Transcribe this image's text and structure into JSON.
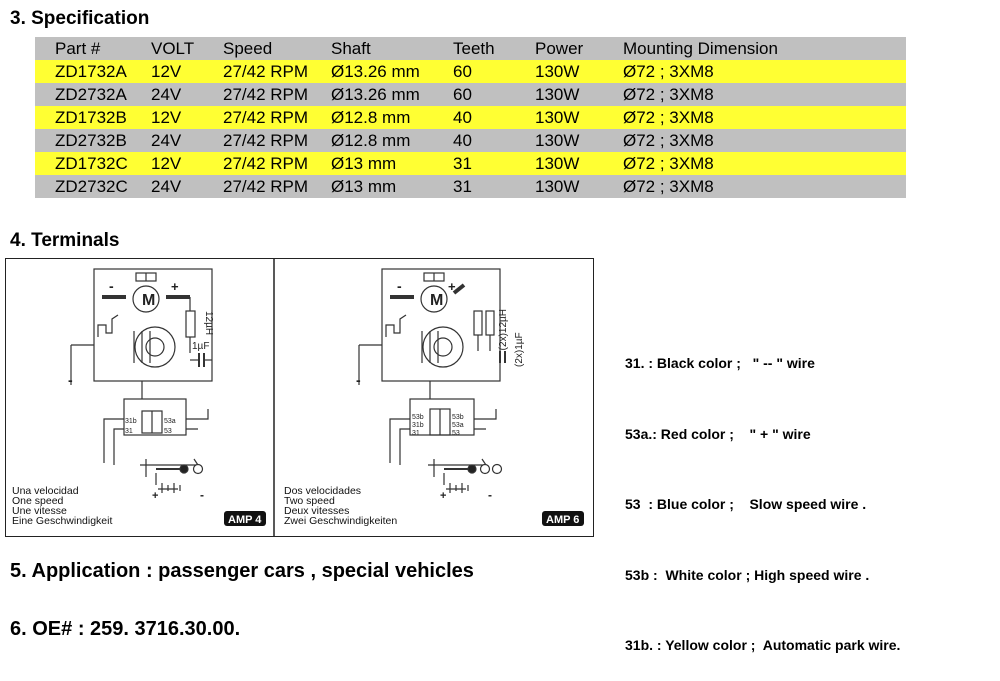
{
  "sections": {
    "spec_title": "3. Specification",
    "terminals_title": "4. Terminals",
    "application": "5. Application : passenger cars , special vehicles",
    "oe": "6. OE# : 259. 3716.30.00."
  },
  "spec_table": {
    "headers": [
      "Part #",
      "VOLT",
      "Speed",
      "Shaft",
      "Teeth",
      "Power",
      "Mounting Dimension"
    ],
    "rows": [
      [
        "ZD1732A",
        "12V",
        "27/42 RPM",
        "Ø13.26 mm",
        "60",
        "130W",
        "Ø72 ; 3XM8"
      ],
      [
        "ZD2732A",
        "24V",
        "27/42 RPM",
        "Ø13.26 mm",
        "60",
        "130W",
        "Ø72 ; 3XM8"
      ],
      [
        "ZD1732B",
        "12V",
        "27/42 RPM",
        "Ø12.8 mm",
        "40",
        "130W",
        "Ø72 ; 3XM8"
      ],
      [
        "ZD2732B",
        "24V",
        "27/42 RPM",
        "Ø12.8 mm",
        "40",
        "130W",
        "Ø72 ; 3XM8"
      ],
      [
        "ZD1732C",
        "12V",
        "27/42 RPM",
        "Ø13 mm",
        "31",
        "130W",
        "Ø72 ; 3XM8"
      ],
      [
        "ZD2732C",
        "24V",
        "27/42 RPM",
        "Ø13 mm",
        "31",
        "130W",
        "Ø72 ; 3XM8"
      ]
    ],
    "row_colors": [
      "#ffff33",
      "#c0c0c0"
    ]
  },
  "diagrams": {
    "left": {
      "lines": [
        "Una velocidad",
        "One speed",
        "Une vitesse",
        "Eine Geschwindigkeit"
      ],
      "badge": "AMP 4",
      "motor": "M",
      "minus": "-",
      "plus": "+",
      "inductor": "12µH",
      "capacitor": "1µF",
      "term_31b": "31b",
      "term_31": "31",
      "term_53a": "53a",
      "term_53": "53"
    },
    "right": {
      "lines": [
        "Dos velocidades",
        "Two speed",
        "Deux vitesses",
        "Zwei Geschwindigkeiten"
      ],
      "badge": "AMP 6",
      "motor": "M",
      "minus": "-",
      "plus": "+",
      "inductor": "(2x)12µH",
      "capacitor": "(2x)1µF",
      "term_53b": "53b",
      "term_31b": "31b",
      "term_31": "31",
      "term_53a": "53a",
      "term_53": "53",
      "term_53b2": "53b"
    }
  },
  "legend": [
    "31. : Black color ;   \" -- \" wire",
    "53a.: Red color ;    \" + \" wire",
    "53  : Blue color ;    Slow speed wire .",
    "53b :  White color ; High speed wire .",
    "31b. : Yellow color ;  Automatic park wire."
  ]
}
